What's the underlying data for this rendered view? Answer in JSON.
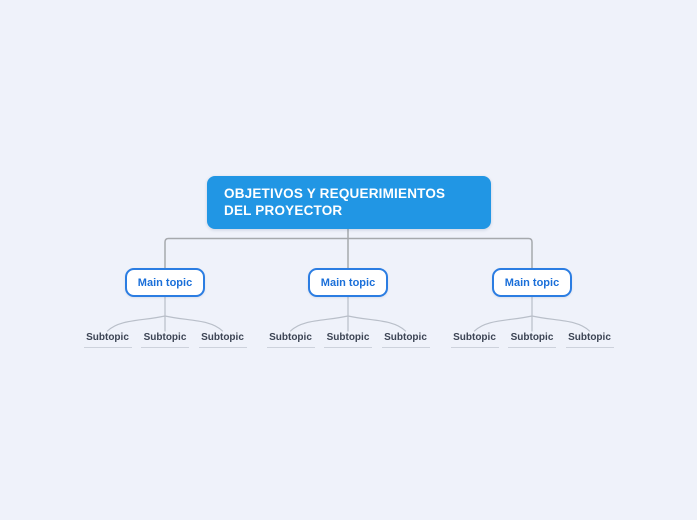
{
  "colors": {
    "background": "#eff2fa",
    "root_fill": "#2196e4",
    "root_text": "#ffffff",
    "main_border": "#2b7de2",
    "main_text": "#1a6fd9",
    "connector_primary": "#a6a9ad",
    "connector_secondary": "#b9bfc9",
    "subtopic_text": "#3c4454",
    "subtopic_underline": "#cdd2dc"
  },
  "mindmap": {
    "root": {
      "label": "OBJETIVOS Y REQUERIMIENTOS DEL PROYECTOR"
    },
    "branches": [
      {
        "label": "Main topic",
        "subtopics": [
          "Subtopic",
          "Subtopic",
          "Subtopic"
        ]
      },
      {
        "label": "Main topic",
        "subtopics": [
          "Subtopic",
          "Subtopic",
          "Subtopic"
        ]
      },
      {
        "label": "Main topic",
        "subtopics": [
          "Subtopic",
          "Subtopic",
          "Subtopic"
        ]
      }
    ]
  }
}
